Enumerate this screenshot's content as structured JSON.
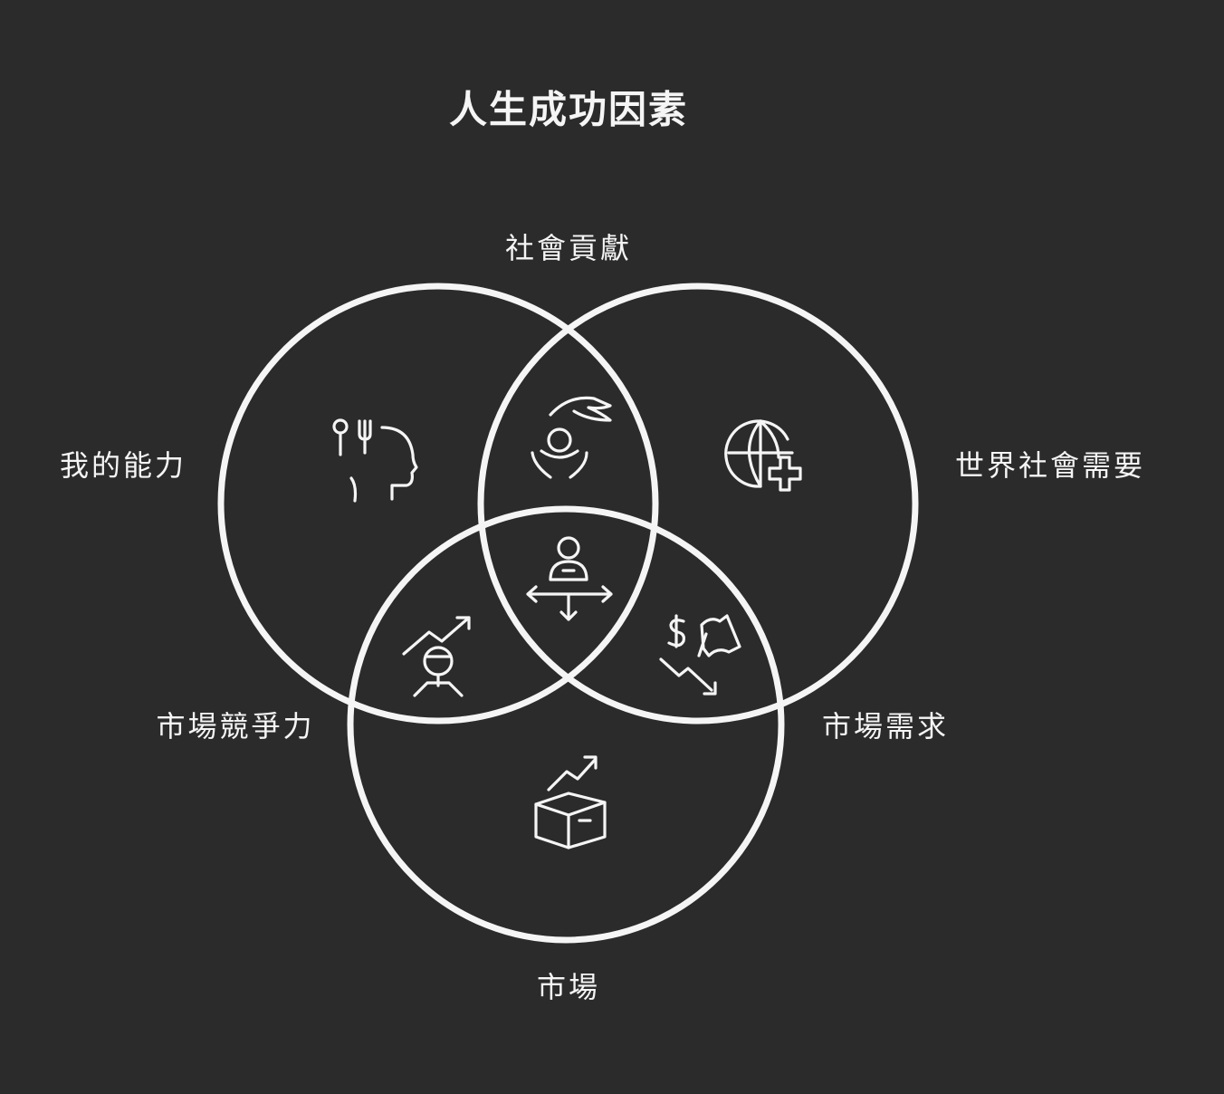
{
  "title": "人生成功因素",
  "labels": {
    "top": "社會貢獻",
    "left": "我的能力",
    "right": "世界社會需要",
    "bottom_left": "市場競爭力",
    "bottom_right": "市場需求",
    "bottom": "市場"
  },
  "colors": {
    "background": "#2b2b2b",
    "stroke": "#f5f5f5"
  },
  "icons": [
    "head-tools-icon",
    "helping-hand-icon",
    "globe-plus-icon",
    "person-arrows-icon",
    "person-growth-icon",
    "money-down-flag-icon",
    "box-growth-icon"
  ]
}
